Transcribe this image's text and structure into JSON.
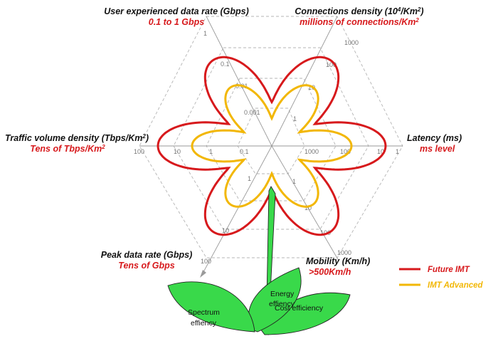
{
  "colors": {
    "future": "#d7191c",
    "advanced": "#f2b705",
    "leaf": "#39d94a",
    "grid": "#b4b4b4",
    "axis": "#9a9a9a",
    "subtitle": "#d7191c"
  },
  "axes": [
    {
      "id": "user-rate",
      "title": "User experienced data rate (Gbps)",
      "sub": "0.1 to 1 Gbps",
      "ticks": [
        "1",
        "0.1",
        "0.01",
        "0.001"
      ]
    },
    {
      "id": "conn-density",
      "title": "Connections density (10",
      "title_sup": "4",
      "title_end": "/Km",
      "title_sup2": "2",
      "title_close": ")",
      "sub": "millions of connections/Km",
      "sub_sup": "2",
      "ticks": [
        "1000",
        "100",
        "10",
        "1"
      ]
    },
    {
      "id": "latency",
      "title": "Latency (ms)",
      "sub": "ms level",
      "ticks": [
        "1000",
        "100",
        "10",
        "1"
      ]
    },
    {
      "id": "mobility",
      "title": "Mobility (Km/h)",
      "sub": ">500Km/h",
      "ticks": [
        "1",
        "10",
        "100",
        "1000"
      ]
    },
    {
      "id": "peak-rate",
      "title": "Peak data rate (Gbps)",
      "sub": "Tens of Gbps",
      "ticks": [
        "1",
        "10",
        "100"
      ]
    },
    {
      "id": "traffic-density",
      "title": "Traffic volume density (Tbps/Km",
      "title_sup": "2",
      "title_close": ")",
      "sub": "Tens of Tbps/Km",
      "sub_sup": "2",
      "ticks": [
        "0.1",
        "1",
        "10",
        "100"
      ]
    }
  ],
  "leaves": {
    "spectrum": [
      "Spectrum",
      "effiency"
    ],
    "energy": [
      "Energy",
      "effiency"
    ],
    "cost": [
      "Cost efficiency"
    ]
  },
  "legend": [
    {
      "label": "Future IMT",
      "color": "#d7191c"
    },
    {
      "label": "IMT Advanced",
      "color": "#f2b705"
    }
  ]
}
